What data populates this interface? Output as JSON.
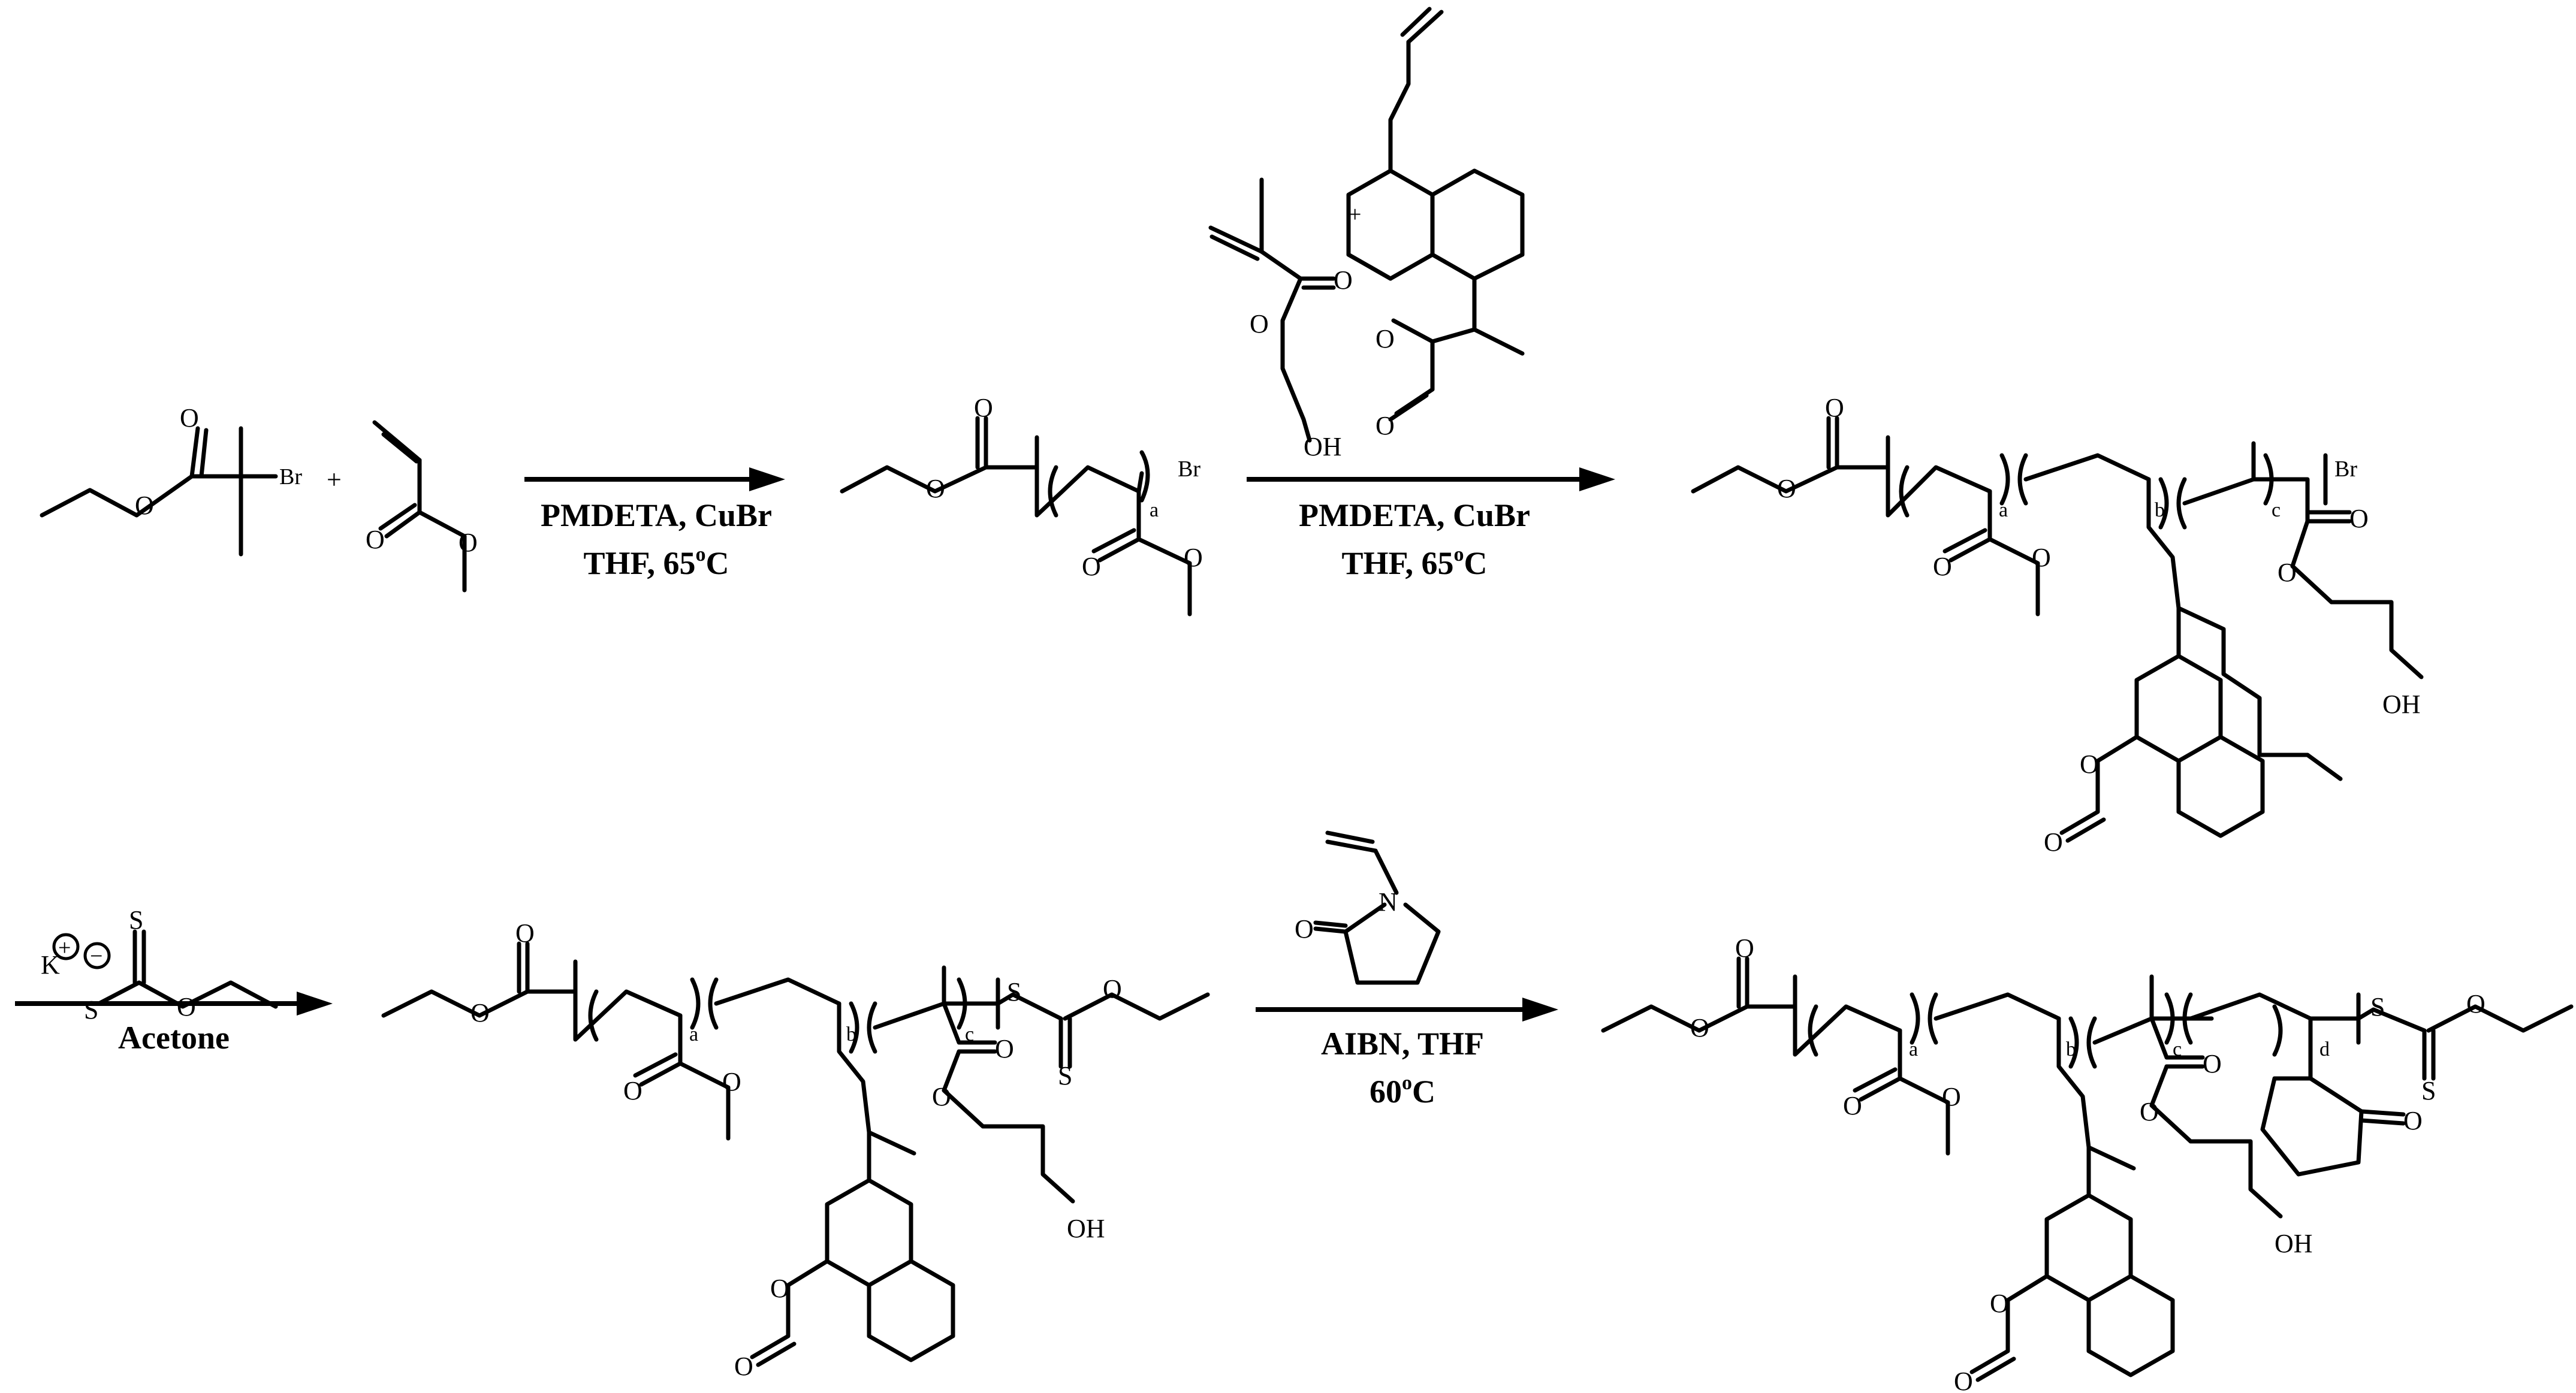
{
  "atoms": {
    "o": "O",
    "br": "Br",
    "oh": "OH",
    "s": "S",
    "n": "N",
    "k": "K",
    "plus": "+",
    "charge_plus": "+",
    "charge_minus": "−"
  },
  "subscripts": {
    "a": "a",
    "b": "b",
    "c": "c",
    "d": "d"
  },
  "reactions": [
    {
      "line1": "PMDETA, CuBr",
      "line2": "THF, 65",
      "temp_sup": "o",
      "temp_unit": "C"
    },
    {
      "line1": "PMDETA, CuBr",
      "line2": "THF, 65",
      "temp_sup": "o",
      "temp_unit": "C"
    },
    {
      "line1": "Acetone"
    },
    {
      "line1": "AIBN, THF",
      "line2": "60",
      "temp_sup": "o",
      "temp_unit": "C"
    }
  ]
}
